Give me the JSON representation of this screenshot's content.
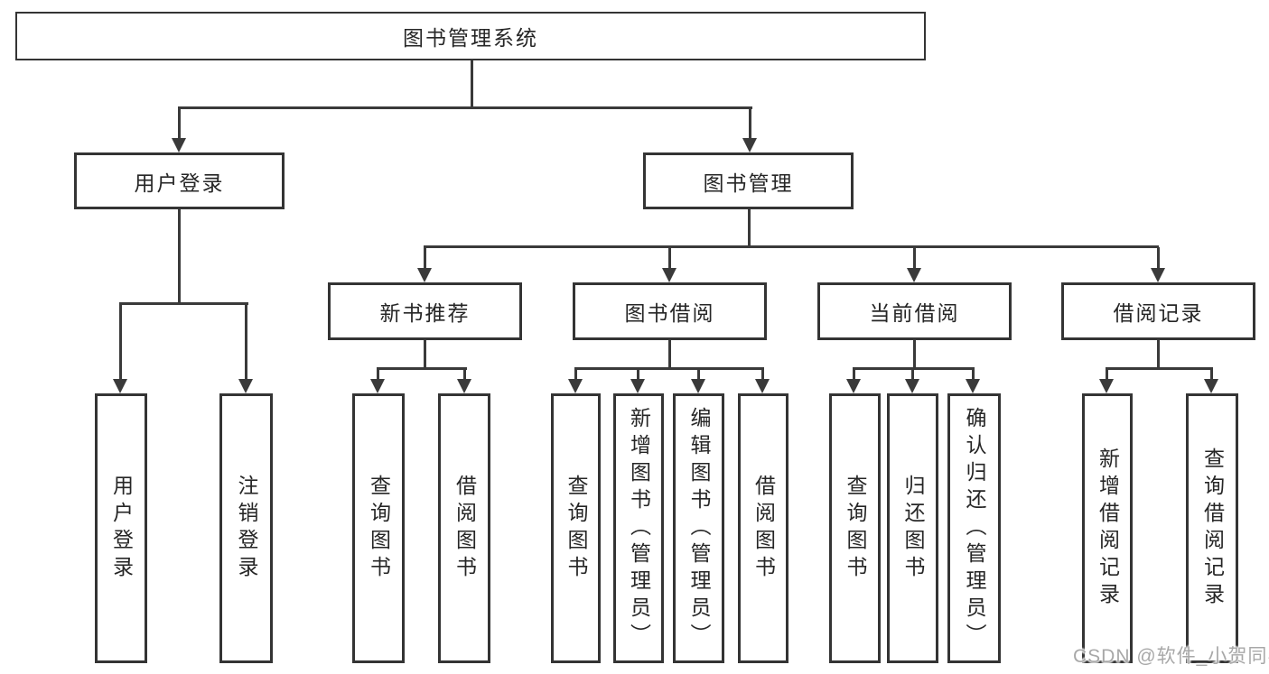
{
  "diagram": {
    "root": {
      "label": "图书管理系统"
    },
    "branches": [
      {
        "label": "用户登录",
        "children": [
          {
            "label": "用户登录"
          },
          {
            "label": "注销登录"
          }
        ]
      },
      {
        "label": "图书管理",
        "children": [
          {
            "label": "新书推荐",
            "children": [
              {
                "label": "查询图书"
              },
              {
                "label": "借阅图书"
              }
            ]
          },
          {
            "label": "图书借阅",
            "children": [
              {
                "label": "查询图书"
              },
              {
                "label": "新增图书（管理员）"
              },
              {
                "label": "编辑图书（管理员）"
              },
              {
                "label": "借阅图书"
              }
            ]
          },
          {
            "label": "当前借阅",
            "children": [
              {
                "label": "查询图书"
              },
              {
                "label": "归还图书"
              },
              {
                "label": "确认归还（管理员）"
              }
            ]
          },
          {
            "label": "借阅记录",
            "children": [
              {
                "label": "新增借阅记录"
              },
              {
                "label": "查询借阅记录"
              }
            ]
          }
        ]
      }
    ]
  },
  "watermark": {
    "text": "CSDN @软件_小贺同学",
    "color": "#a8a8a8"
  },
  "colors": {
    "line": "#3a3a3a",
    "border": "#343434",
    "text": "#262626",
    "background": "#ffffff"
  }
}
